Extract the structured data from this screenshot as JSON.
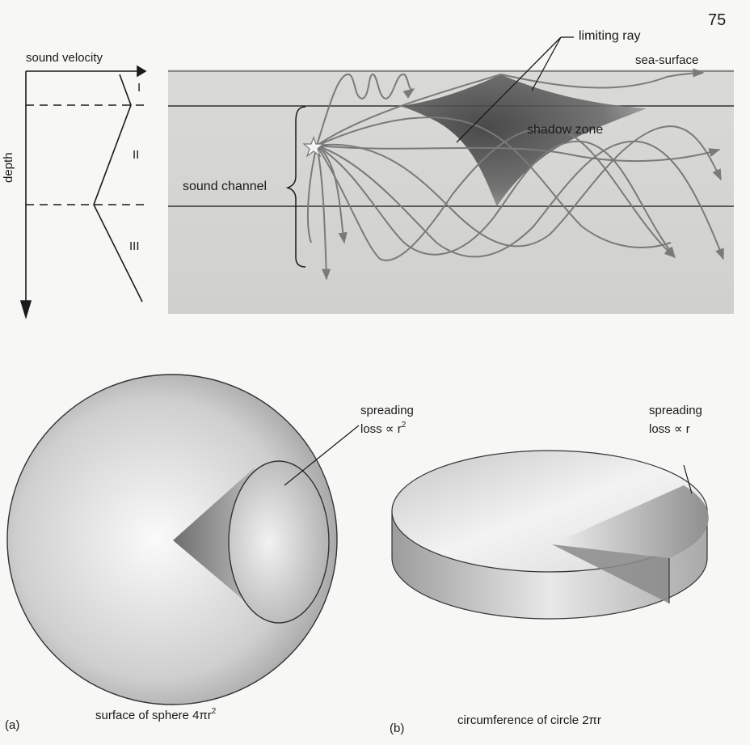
{
  "page_number": "75",
  "top": {
    "axis_x_label": "sound velocity",
    "axis_y_label": "depth",
    "layers": [
      "I",
      "II",
      "III"
    ],
    "limiting_ray": "limiting ray",
    "sea_surface": "sea-surface",
    "shadow_zone": "shadow zone",
    "sound_channel": "sound channel"
  },
  "fig_a": {
    "tag": "(a)",
    "spreading_1": "spreading",
    "spreading_2": "loss ∝ r",
    "spreading_exp": "2",
    "caption": "surface of sphere 4πr",
    "caption_exp": "2"
  },
  "fig_b": {
    "tag": "(b)",
    "spreading_1": "spreading",
    "spreading_2": "loss ∝ r",
    "caption": "circumference of circle 2πr"
  }
}
